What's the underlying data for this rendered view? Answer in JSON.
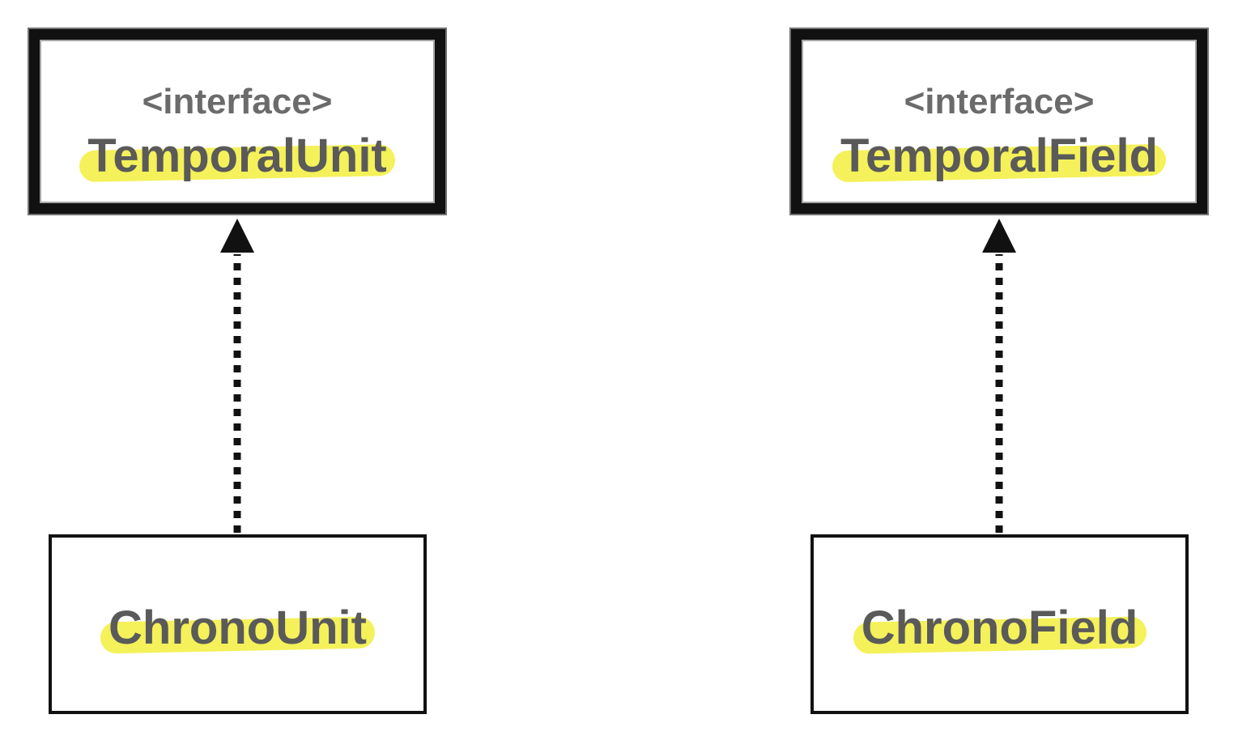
{
  "diagram": {
    "nodes": [
      {
        "id": "temporal_unit",
        "stereotype": "<interface>",
        "name": "TemporalUnit",
        "kind": "interface",
        "highlighted": true
      },
      {
        "id": "temporal_field",
        "stereotype": "<interface>",
        "name": "TemporalField",
        "kind": "interface",
        "highlighted": true
      },
      {
        "id": "chrono_unit",
        "name": "ChronoUnit",
        "kind": "class",
        "highlighted": true
      },
      {
        "id": "chrono_field",
        "name": "ChronoField",
        "kind": "class",
        "highlighted": true
      }
    ],
    "edges": [
      {
        "from": "chrono_unit",
        "to": "temporal_unit",
        "relation": "implements",
        "style": "dotted-arrow"
      },
      {
        "from": "chrono_field",
        "to": "temporal_field",
        "relation": "implements",
        "style": "dotted-arrow"
      }
    ],
    "colors": {
      "highlight": "#f4f15a",
      "text": "#5a5a5a",
      "stereotype_text": "#6b6b6b",
      "border": "#111111"
    }
  }
}
